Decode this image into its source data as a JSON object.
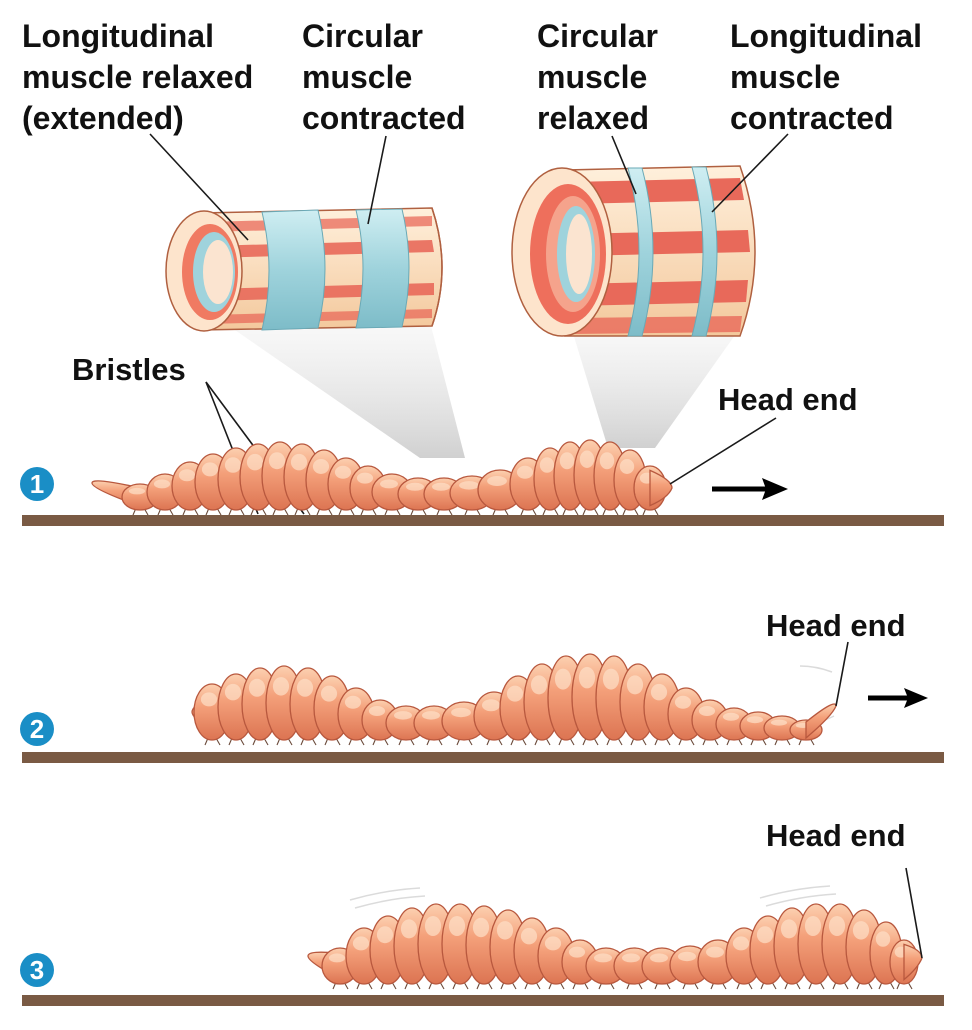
{
  "figure": {
    "top_labels": {
      "longitudinal_relaxed": [
        "Longitudinal",
        "muscle relaxed",
        "(extended)"
      ],
      "circular_contracted": [
        "Circular",
        "muscle",
        "contracted"
      ],
      "circular_relaxed": [
        "Circular",
        "muscle",
        "relaxed"
      ],
      "longitudinal_contracted": [
        "Longitudinal",
        "muscle",
        "contracted"
      ]
    },
    "bristles_label": "Bristles",
    "steps": [
      {
        "number": "1",
        "head_label": "Head end",
        "has_arrow": true
      },
      {
        "number": "2",
        "head_label": "Head end",
        "has_arrow": true
      },
      {
        "number": "3",
        "head_label": "Head end",
        "has_arrow": false
      }
    ],
    "colors": {
      "worm_body": "#f0956c",
      "worm_highlight": "#fbc9a8",
      "muscle_longitudinal": "#e8695a",
      "muscle_circular": "#9fd3dc",
      "tube_inner": "#fde4cc",
      "ground": "#7a5a44",
      "step_badge": "#1a8ec6"
    }
  }
}
